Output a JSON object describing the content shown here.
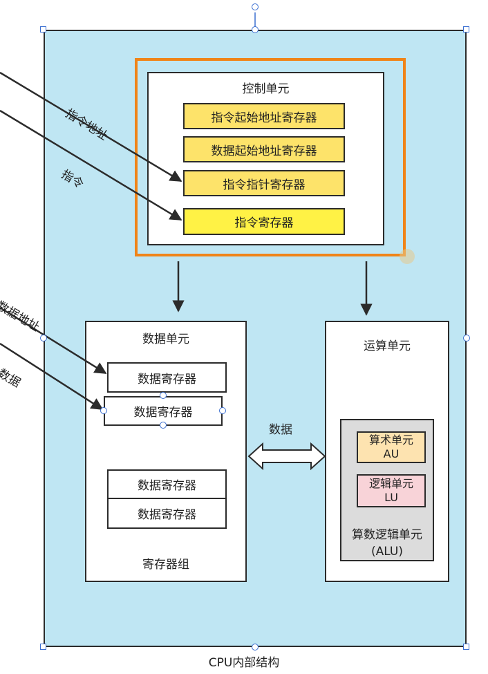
{
  "control_unit": {
    "title": "控制单元",
    "registers": [
      "指令起始地址寄存器",
      "数据起始地址寄存器",
      "指令指针寄存器",
      "指令寄存器"
    ]
  },
  "data_unit": {
    "title": "数据单元",
    "registers": [
      "数据寄存器",
      "数据寄存器",
      "数据寄存器",
      "数据寄存器"
    ],
    "group_label": "寄存器组"
  },
  "alu_unit": {
    "title": "运算单元",
    "arith": {
      "name": "算术单元",
      "abbr": "AU"
    },
    "logic": {
      "name": "逻辑单元",
      "abbr": "LU"
    },
    "alu_name": "算数逻辑单元",
    "alu_abbr": "(ALU)"
  },
  "external_inputs": {
    "instr_addr": "指令地址",
    "instr": "指令",
    "data_addr": "数据地址",
    "data": "数据"
  },
  "bus_label": "数据",
  "caption": "CPU内部结构",
  "colors": {
    "cpu_bg": "#bfe6f3",
    "highlight": "#f08418",
    "register_yellow": "#fde36a",
    "register_bright": "#fff245",
    "au_bg": "#fde3b0",
    "lu_bg": "#f8d3d8",
    "alu_bg": "#dcdcdc",
    "selection": "#3b6fd1"
  }
}
